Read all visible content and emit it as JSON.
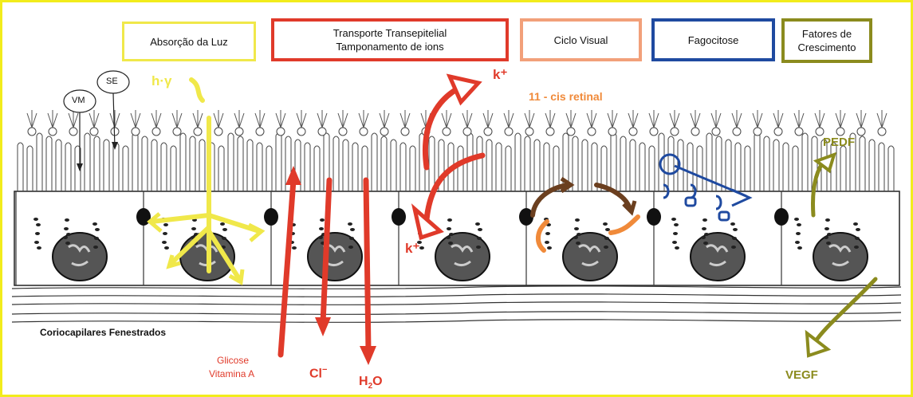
{
  "header_boxes": [
    {
      "lines": [
        "Absorção da Luz"
      ],
      "color": "#f0e84a"
    },
    {
      "lines": [
        "Transporte  Transepitelial",
        "Tamponamento de ions"
      ],
      "color": "#e03a2a"
    },
    {
      "lines": [
        "Ciclo Visual"
      ],
      "color": "#f2a07a"
    },
    {
      "lines": [
        "Fagocitose"
      ],
      "color": "#1f4aa0"
    },
    {
      "lines": [
        "Fatores de",
        "Crescimento"
      ],
      "color": "#8b8b1e"
    }
  ],
  "labels": {
    "hv": "h·γ",
    "vm": "VM",
    "se": "SE",
    "k_top": "k⁺",
    "k_bottom": "k⁺",
    "retinal": "11 - cis retinal",
    "pedf": "PEDF",
    "vegf": "VEGF",
    "coriocapilares": "Coriocapilares Fenestrados",
    "glicose": "Glicose",
    "vitamina": "Vitamina A",
    "cl": "Cl",
    "cl_sup": "−",
    "h2o_h": "H",
    "h2o_sub": "2",
    "h2o_o": "O"
  },
  "colors": {
    "yellow": "#f0e84a",
    "red": "#e03a2a",
    "orange": "#f08a3a",
    "brown": "#6b3f1f",
    "blue": "#1f4aa0",
    "olive": "#8b8b1e"
  },
  "icons": [
    "microvilli",
    "cell-nucleus",
    "junction",
    "arrow"
  ]
}
